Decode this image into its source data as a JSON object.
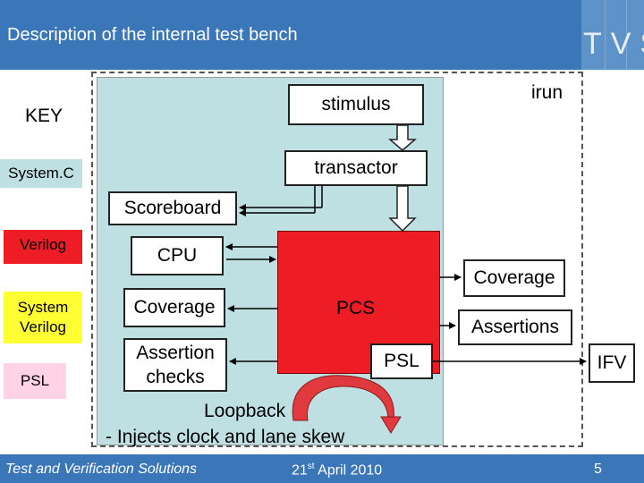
{
  "header": {
    "title": "Description of the internal test bench",
    "logo": "TVS"
  },
  "diagram": {
    "irun_label": "irun",
    "key_label": "KEY",
    "key_items": [
      {
        "label": "System.C",
        "color": "#bfe0e3"
      },
      {
        "label": "Verilog",
        "color": "#ee1c24"
      },
      {
        "label": "System Verilog",
        "color": "#ffff33"
      },
      {
        "label": "PSL",
        "color": "#ffd2e6"
      }
    ],
    "stimulus": "stimulus",
    "transactor": "transactor",
    "scoreboard": "Scoreboard",
    "cpu": "CPU",
    "coverage_left": "Coverage",
    "assertion_checks": "Assertion checks",
    "pcs": "PCS",
    "psl": "PSL",
    "coverage_right": "Coverage",
    "assertions_right": "Assertions",
    "ifv": "IFV",
    "loopback_line1": "Loopback",
    "loopback_line2": "- Injects clock and lane skew",
    "colors": {
      "header": "#3b77b8",
      "bench": "#bfe0e3",
      "pcs": "#ee1c24",
      "loop_arrow": "#e03a3e"
    }
  },
  "footer": {
    "company": "Test and Verification Solutions",
    "date_day": "21",
    "date_suffix": "st",
    "date_rest": " April 2010",
    "page_number": "5"
  }
}
